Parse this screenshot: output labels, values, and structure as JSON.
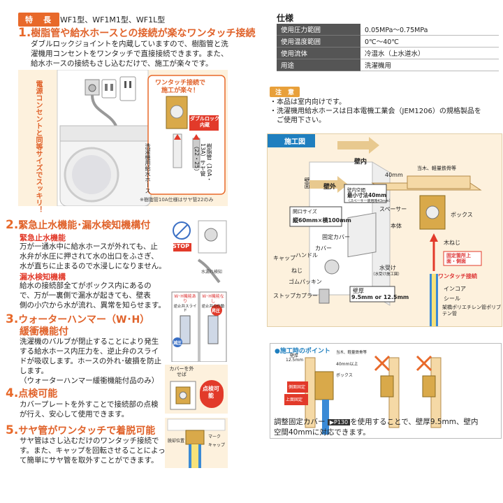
{
  "features": {
    "badge": "特　長",
    "models": "WF1型、WF1M1型、WF1L型",
    "s1": {
      "num": "1.",
      "title": "樹脂管や給水ホースとの接続が楽なワンタッチ接続",
      "lines": [
        "ダブルロックジョイントを内蔵していますので、樹脂管と洗",
        "濯機用コンセントをワンタッチで直接接続できます。また、",
        "給水ホースの接続もさし込むだけで、施工が楽々です。"
      ],
      "vertical_callout": "電源コンセントと同等サイズでスッキリ！",
      "inset_caption": "ワンタッチ接続で施工が楽々！",
      "double_lock": "ダブルロック内蔵",
      "label_hose": "洗濯機用給水ホース",
      "label_pipe": "樹脂管（10A・13A）サヤ管（22・25）",
      "footnote": "※樹脂管10A仕様はサヤ管22のみ"
    },
    "s2": {
      "num": "2.",
      "title": "緊急止水機能･漏水検知機構付",
      "sub1": "緊急止水機能",
      "lines1": [
        "万が一通水中に給水ホースが外れても、止",
        "水弁が水圧に押されて水の出口をふさぎ、",
        "水が直ちに止まるので水浸しになりません。"
      ],
      "sub2": "漏水検知機構",
      "lines2": [
        "給水の接続部全てがボックス内にあるの",
        "で、万が一裏側で漏水が起きても、壁表",
        "側の小穴から水が流れ、異常を知らせます。"
      ],
      "stop": "STOP",
      "wh_on": "W･H機能あり",
      "wh_off": "W･H機能なし",
      "ball_slide": "逆止弁スライド",
      "ball_in": "逆止弁の作動",
      "pressure_down": "減圧",
      "pressure_up": "昇圧",
      "water_leak": "水漏れ検知"
    },
    "s3": {
      "num": "3.",
      "title1": "ウォーターハンマー（W･H）",
      "title2": "緩衝機能付",
      "lines": [
        "洗濯機のバルブが閉止することにより発生",
        "する給水ホース内圧力を、逆止弁のスライ",
        "ドが吸収します。ホースの外れ･破損を防止",
        "します。",
        "（ウォーターハンマー緩衝機能付品のみ）"
      ]
    },
    "s4": {
      "num": "4.",
      "title": "点検可能",
      "lines": [
        "カバープレートを外すことで接続部の点検",
        "が行え、安心して使用できます。"
      ],
      "cover_label": "カバーを外せば",
      "badge": "点検可能"
    },
    "s5": {
      "num": "5.",
      "title": "サヤ管がワンタッチで着脱可能",
      "lines": [
        "サヤ管はさし込むだけのワンタッチ接続で",
        "す。また、キャップを回転させることによっ",
        "て簡単にサヤ管を取外すことができます。"
      ],
      "mark": "マーク",
      "cap": "キャップ",
      "release": "脱却位置"
    }
  },
  "spec": {
    "title": "仕様",
    "rows": [
      {
        "k": "使用圧力範囲",
        "v": "0.05MPa〜0.75MPa"
      },
      {
        "k": "使用温度範囲",
        "v": "0℃〜40℃"
      },
      {
        "k": "使用流体",
        "v": "冷温水（上水道水）"
      },
      {
        "k": "用途",
        "v": "洗濯機用"
      }
    ]
  },
  "caution": {
    "badge": "注　意",
    "lines": [
      "・本品は室内向けです。",
      "・洗濯機用給水ホースは日本電機工業会（JEM1206）の規格製品を",
      "　ご使用下さい。"
    ]
  },
  "install": {
    "title": "施工図",
    "labels": {
      "wall_in": "壁内",
      "wall_out": "壁外",
      "wall_face": "壁面",
      "dim40": "40mm",
      "stud": "当木、軽量鉄骨等",
      "min_gap_title": "壁内空間",
      "min_gap": "最小寸法40mm",
      "min_gap_note": "（スペーサー使用時43mm）",
      "opening_title": "開口サイズ",
      "opening": "縦60mm×横100mm",
      "spacer": "スペーサー",
      "body": "本体",
      "box": "ボックス",
      "fixed_cover": "固定カバー",
      "cover": "カバー",
      "cap": "キャップ",
      "handle": "ハンドル",
      "screw": "ねじ",
      "gasket": "ゴムパッキン",
      "water_recv": "水受け",
      "water_recv_note": "（水受け施工図）",
      "stop_coupler": "ストップカプラー",
      "wall_thick_title": "壁厚",
      "wall_thick": "9.5mm or 12.5mm",
      "wood_screw": "木ねじ",
      "fix_point": "固定箇所上面・側面",
      "one_touch": "ワンタッチ接続",
      "inner_core": "インコア",
      "seal": "シール",
      "pipe": "架橋ポリエチレン管ポリブテン管"
    }
  },
  "point": {
    "title": "●施工時のポイント",
    "labels": {
      "thick": "壁厚",
      "thick_val": "12.5mm",
      "stud": "当木、軽量鉄骨等",
      "gap": "40mm以上",
      "box": "ボックス",
      "side_fix": "側面固定",
      "top_fix": "上面固定"
    },
    "text_pre": "調整固定カバー",
    "text_ref": "▶P130",
    "text_post": "を使用することで、壁厚9.5mm、壁内",
    "text_line2": "空間40mmに対応できます。"
  }
}
